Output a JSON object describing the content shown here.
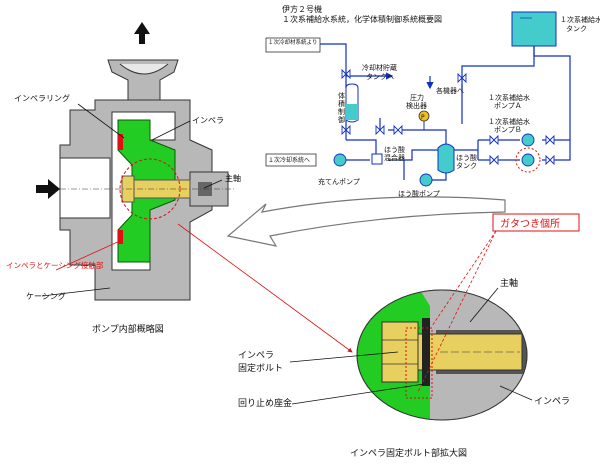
{
  "system": {
    "title_line1": "伊方２号機",
    "title_line2": "１次系補給水系統，化学体積制御系統概要図",
    "tank_primary_makeup": "１次系補給水タンク",
    "from_primary_coolant": "１次冷却材系統より",
    "to_coolant_tank": "冷却材貯蔵タンクへ",
    "vct": "体積制御タンク",
    "pressure_detector": "圧力検出器",
    "to_equipment": "各機器へ",
    "pump_a": "１次系補給水ポンプＡ",
    "pump_b": "１次系補給水ポンプＢ",
    "to_primary": "１次冷却系統へ",
    "boric_mixer": "ほう酸混合器",
    "boric_tank": "ほう酸タンク",
    "charging_pump": "充てんポンプ",
    "boric_pump": "ほう酸ポンプ",
    "pressure_symbol": "P"
  },
  "pump": {
    "impeller_ring": "インペラリング",
    "impeller": "インペラ",
    "main_shaft": "主軸",
    "contact_part": "インペラとケーシング接触部",
    "casing": "ケーシング",
    "caption": "ポンプ内部概略図"
  },
  "detail": {
    "gata": "ガタつき個所",
    "main_shaft": "主軸",
    "bolt": "インペラ固定ボルト",
    "washer": "回り止め座金",
    "impeller": "インペラ",
    "caption": "インペラ固定ボルト部拡大図"
  }
}
